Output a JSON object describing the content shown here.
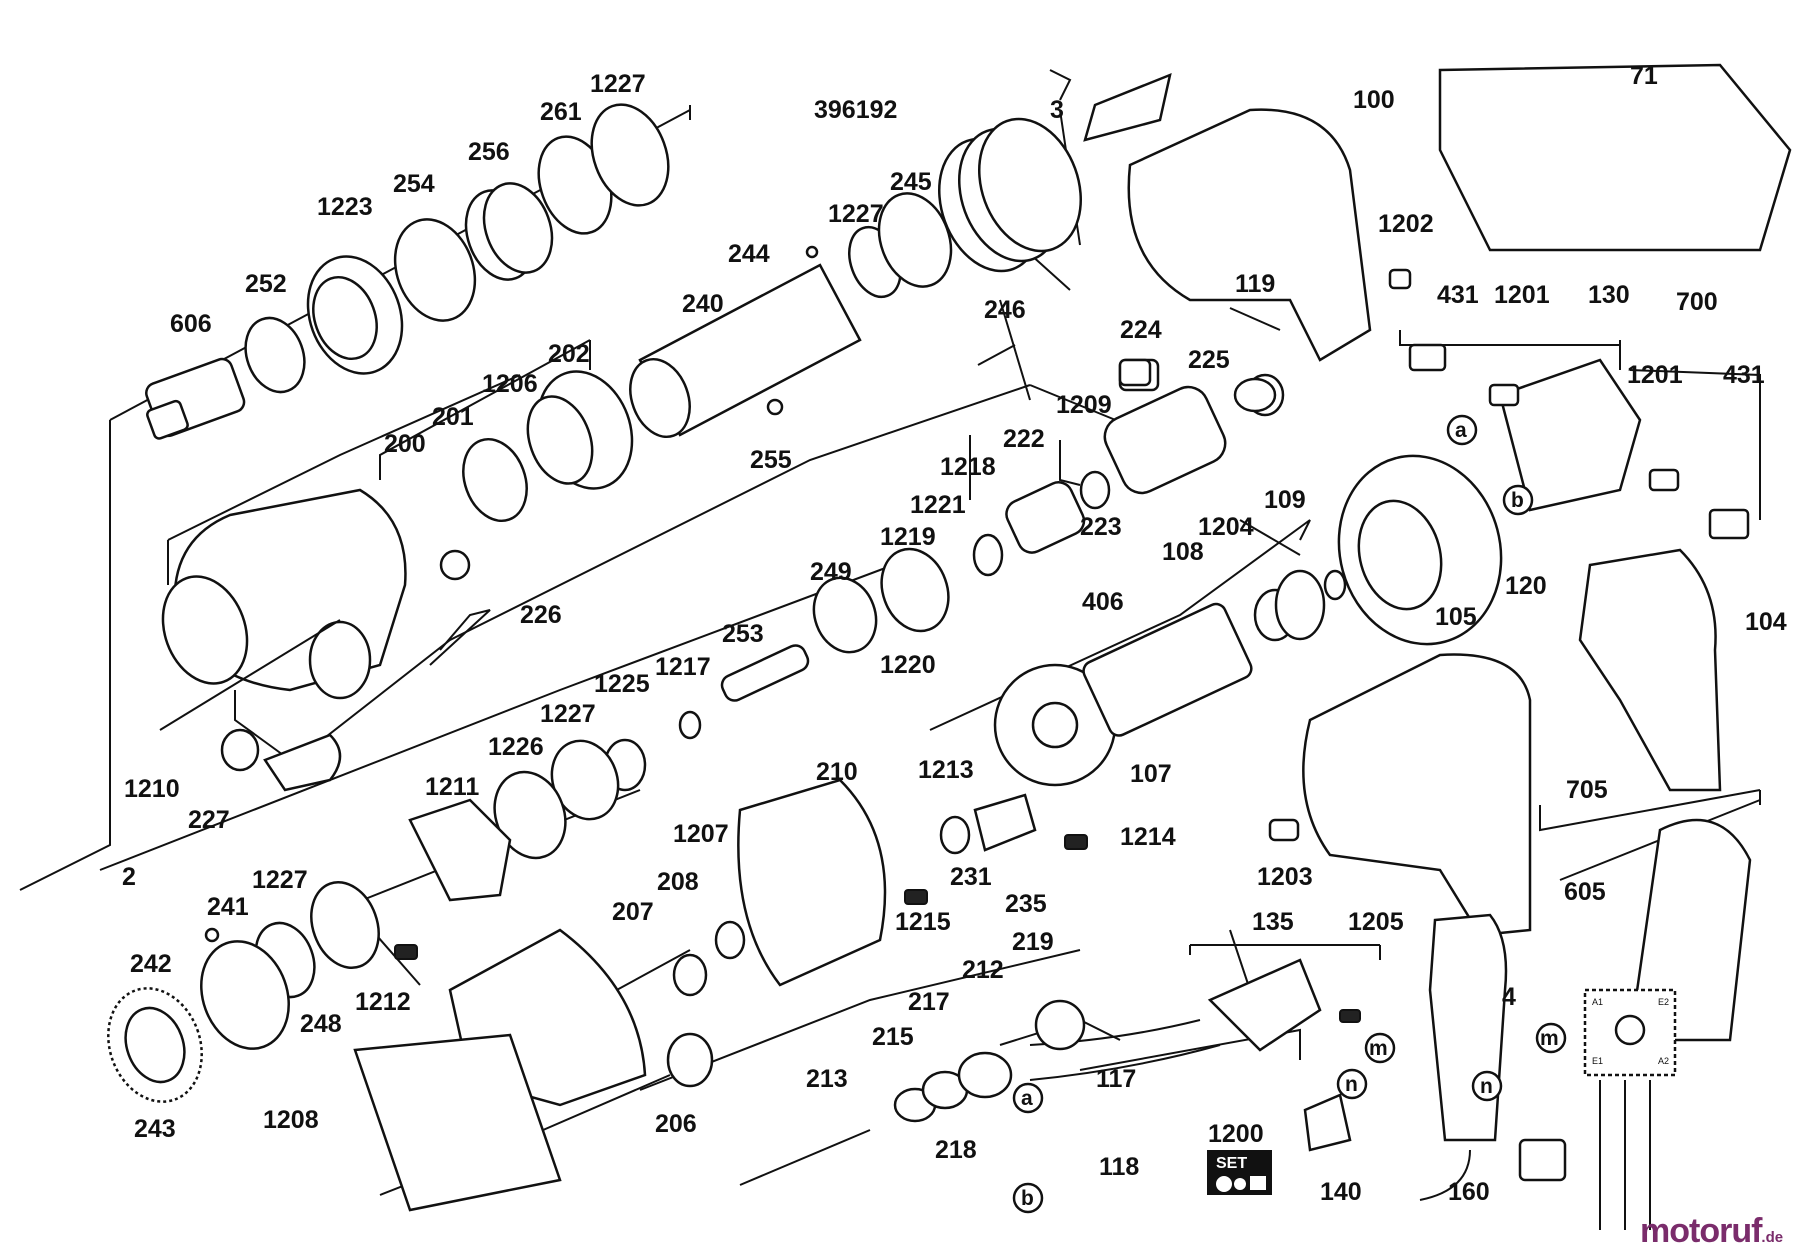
{
  "diagram": {
    "drawing_number": "396192",
    "set_badge": "SET",
    "callouts": [
      "a",
      "b",
      "m",
      "n"
    ],
    "schematic_terminals": [
      "A1",
      "E2",
      "E1",
      "A2"
    ],
    "parts": [
      "2",
      "3",
      "4",
      "71",
      "100",
      "104",
      "105",
      "107",
      "108",
      "109",
      "117",
      "118",
      "119",
      "120",
      "130",
      "135",
      "140",
      "160",
      "200",
      "201",
      "202",
      "206",
      "207",
      "208",
      "210",
      "212",
      "213",
      "215",
      "217",
      "218",
      "219",
      "222",
      "223",
      "224",
      "225",
      "226",
      "227",
      "231",
      "235",
      "240",
      "241",
      "242",
      "243",
      "244",
      "245",
      "246",
      "248",
      "249",
      "252",
      "253",
      "254",
      "255",
      "256",
      "261",
      "406",
      "431",
      "605",
      "606",
      "700",
      "705",
      "1200",
      "1201",
      "1202",
      "1203",
      "1204",
      "1205",
      "1206",
      "1207",
      "1208",
      "1209",
      "1210",
      "1211",
      "1212",
      "1213",
      "1214",
      "1215",
      "1217",
      "1218",
      "1219",
      "1220",
      "1221",
      "1223",
      "1225",
      "1226",
      "1227"
    ]
  },
  "watermark": {
    "text": "motoruf",
    "tld": ".de"
  }
}
